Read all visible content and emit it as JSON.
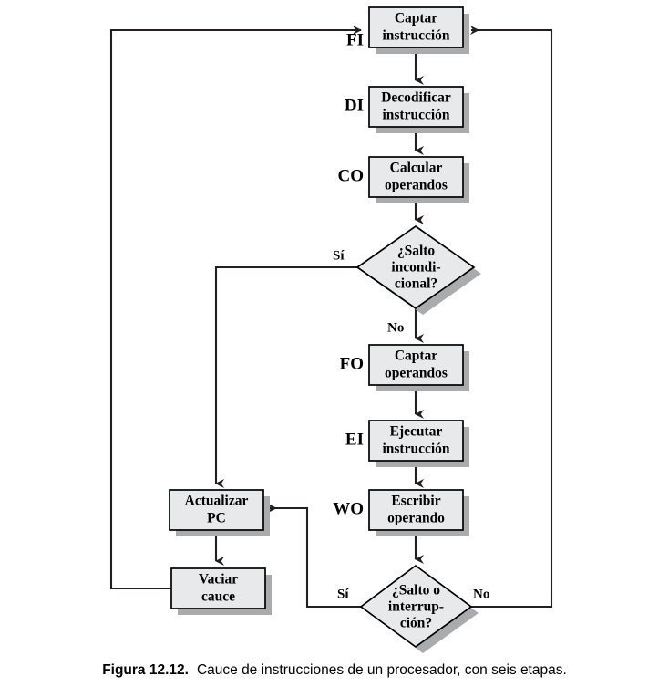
{
  "figure": {
    "caption_label": "Figura 12.12.",
    "caption_text": "Cauce de instrucciones de un procesador, con seis etapas.",
    "colors": {
      "box_fill": "#e8e9ea",
      "box_stroke": "#000000",
      "shadow": "#a9abad",
      "line": "#231f20",
      "background": "#ffffff"
    }
  },
  "chart_data": {
    "type": "diagram",
    "title": "Cauce de instrucciones de un procesador, con seis etapas.",
    "nodes": [
      {
        "id": "fi",
        "shape": "rect",
        "line1": "Captar",
        "line2": "instrucción",
        "stage": "FI"
      },
      {
        "id": "di",
        "shape": "rect",
        "line1": "Decodificar",
        "line2": "instrucción",
        "stage": "DI"
      },
      {
        "id": "co",
        "shape": "rect",
        "line1": "Calcular",
        "line2": "operandos",
        "stage": "CO"
      },
      {
        "id": "d1",
        "shape": "diamond",
        "line1": "¿Salto",
        "line2": "incondi-",
        "line3": "cional?",
        "stage": ""
      },
      {
        "id": "fo",
        "shape": "rect",
        "line1": "Captar",
        "line2": "operandos",
        "stage": "FO"
      },
      {
        "id": "ei",
        "shape": "rect",
        "line1": "Ejecutar",
        "line2": "instrucción",
        "stage": "EI"
      },
      {
        "id": "wo",
        "shape": "rect",
        "line1": "Escribir",
        "line2": "operando",
        "stage": "WO"
      },
      {
        "id": "d2",
        "shape": "diamond",
        "line1": "¿Salto o",
        "line2": "interrup-",
        "line3": "ción?",
        "stage": ""
      },
      {
        "id": "upc",
        "shape": "rect",
        "line1": "Actualizar",
        "line2": "PC",
        "stage": ""
      },
      {
        "id": "vac",
        "shape": "rect",
        "line1": "Vaciar",
        "line2": "cauce",
        "stage": ""
      }
    ],
    "stages": [
      "FI",
      "DI",
      "CO",
      "FO",
      "EI",
      "WO"
    ],
    "branch_labels": {
      "d1_yes": "Sí",
      "d1_no": "No",
      "d2_yes": "Sí",
      "d2_no": "No"
    },
    "edges": [
      {
        "from": "fi",
        "to": "di",
        "label": ""
      },
      {
        "from": "di",
        "to": "co",
        "label": ""
      },
      {
        "from": "co",
        "to": "d1",
        "label": ""
      },
      {
        "from": "d1",
        "to": "upc",
        "label": "Sí"
      },
      {
        "from": "d1",
        "to": "fo",
        "label": "No"
      },
      {
        "from": "fo",
        "to": "ei",
        "label": ""
      },
      {
        "from": "ei",
        "to": "wo",
        "label": ""
      },
      {
        "from": "wo",
        "to": "d2",
        "label": ""
      },
      {
        "from": "d2",
        "to": "upc",
        "label": "Sí"
      },
      {
        "from": "d2",
        "to": "fi",
        "label": "No"
      },
      {
        "from": "upc",
        "to": "vac",
        "label": ""
      },
      {
        "from": "vac",
        "to": "fi",
        "label": ""
      }
    ]
  }
}
